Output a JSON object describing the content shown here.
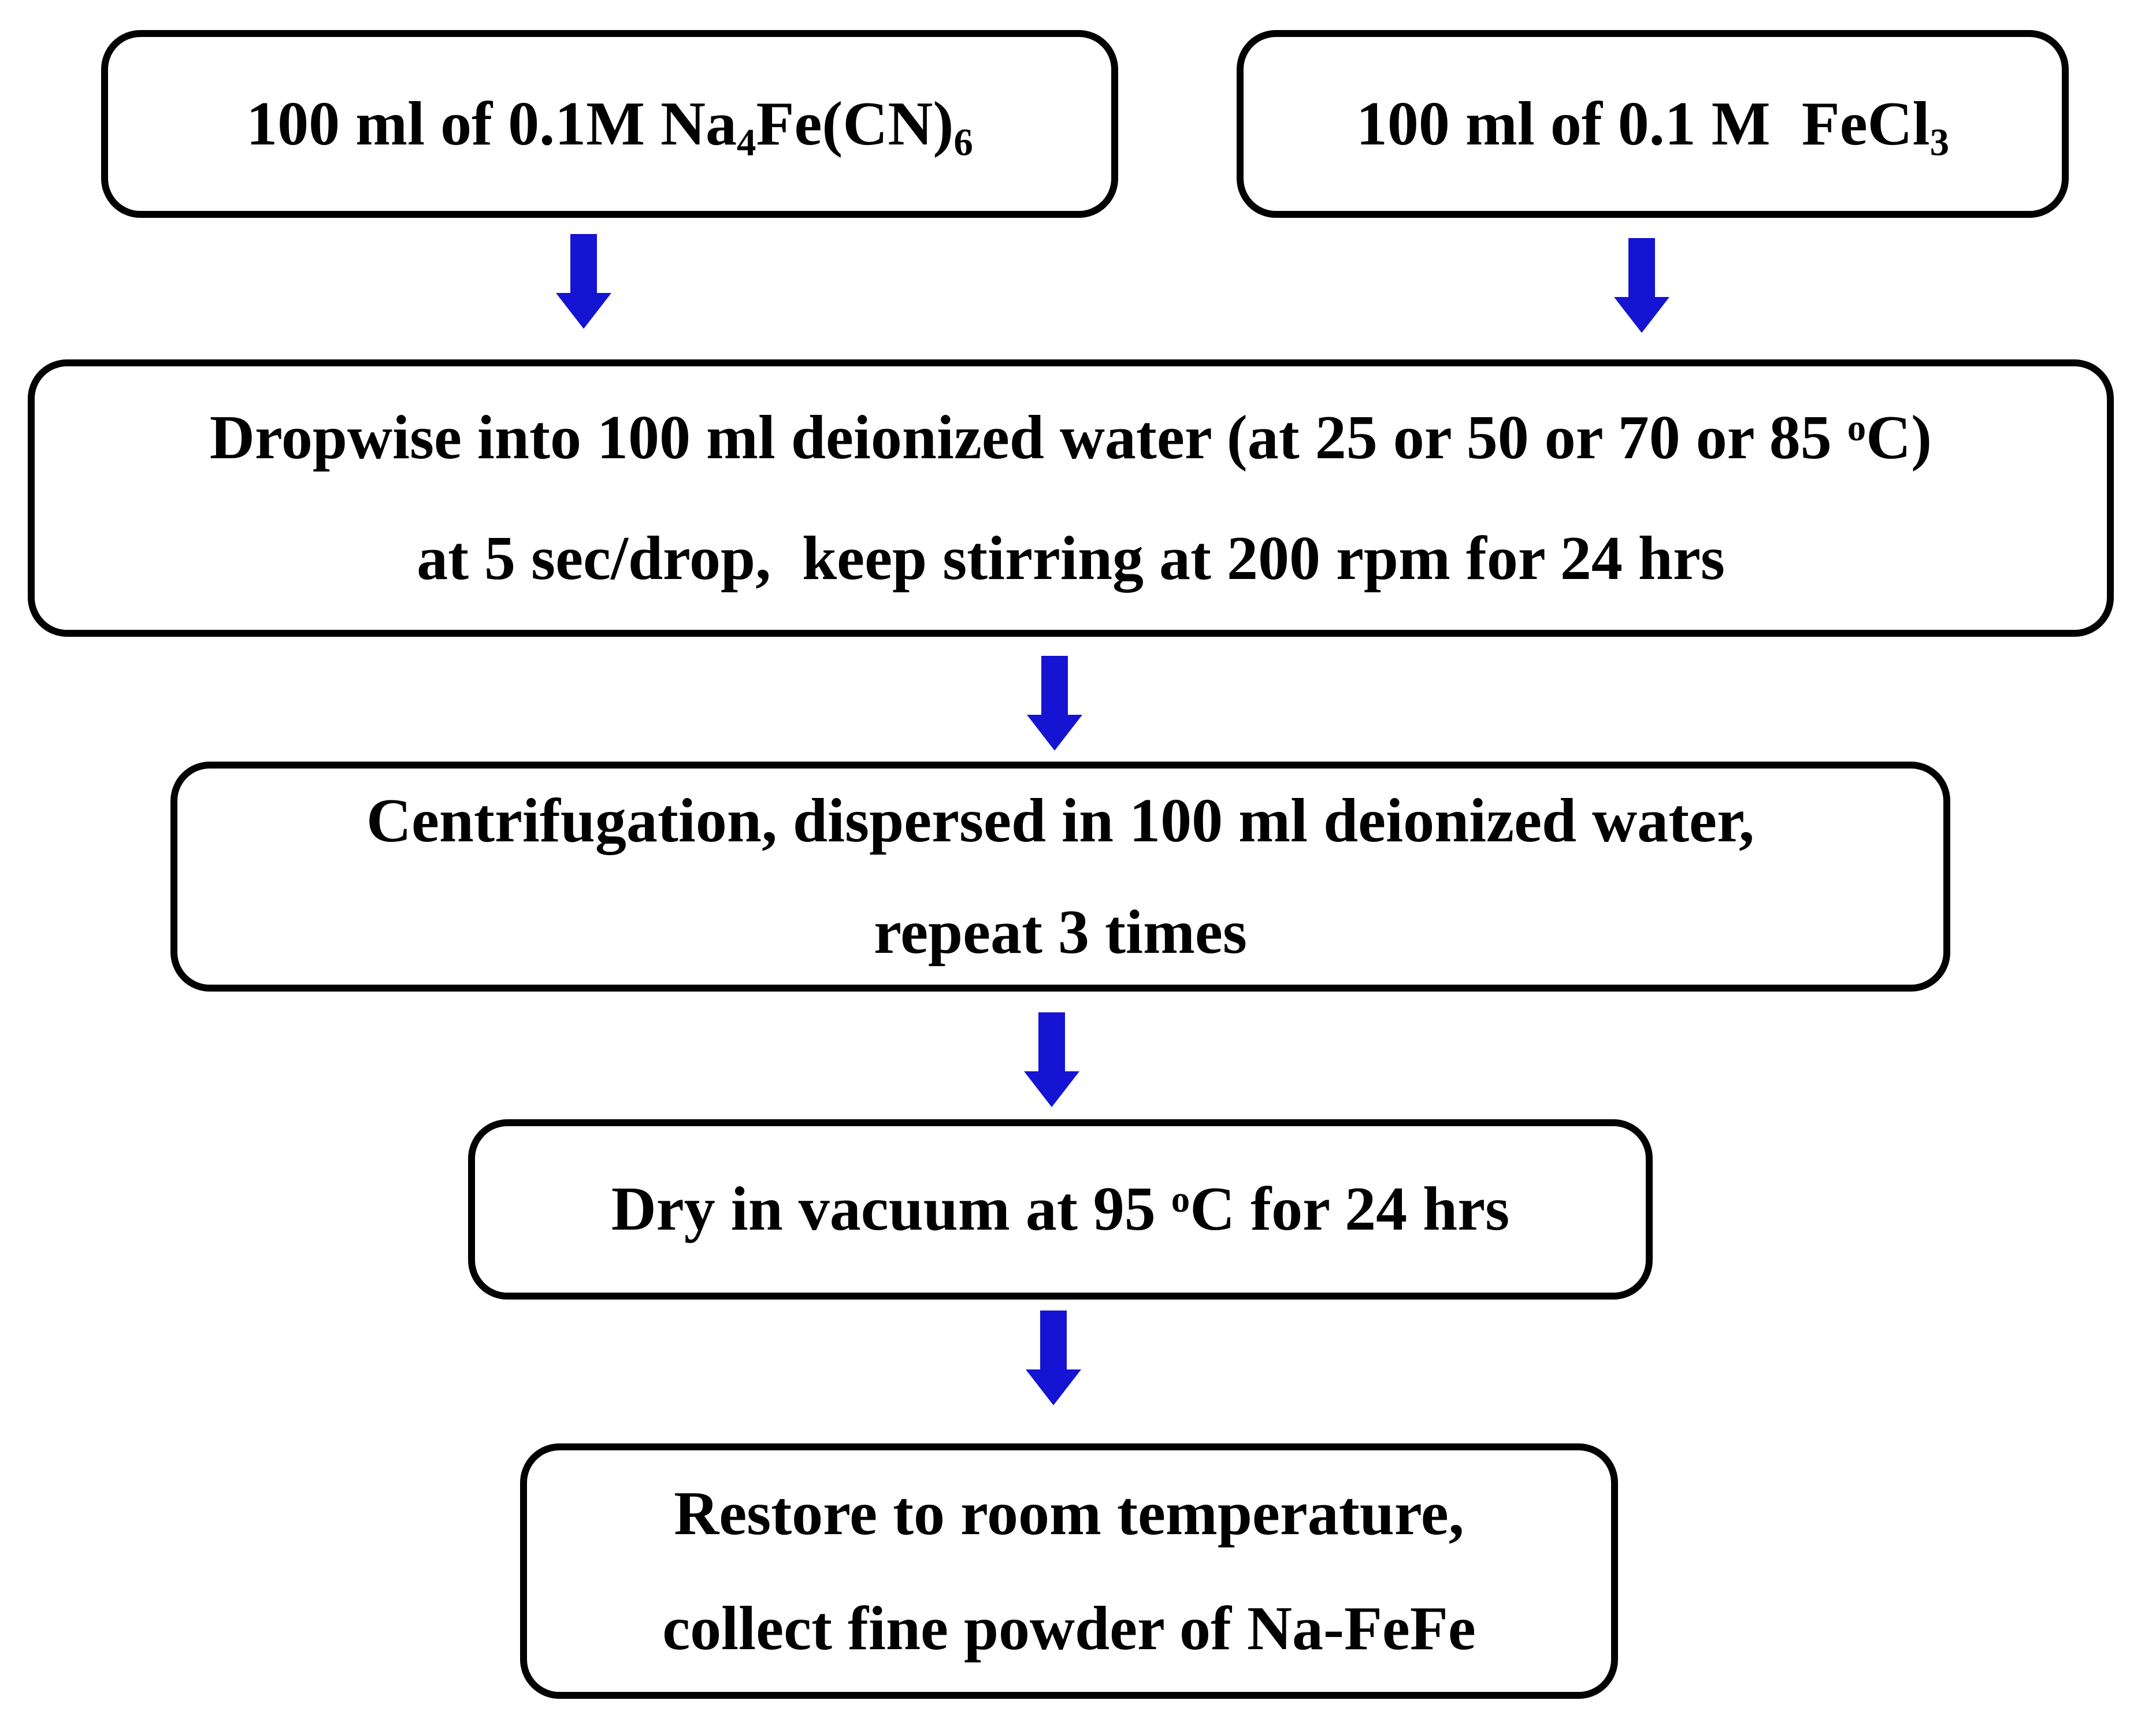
{
  "colors": {
    "arrow": "#1414d2",
    "box_border": "#000000",
    "box_fill": "#ffffff",
    "background": "#ffffff",
    "text": "#000000"
  },
  "nodes": {
    "reagent_a": {
      "text_start": "100 ml of 0.1M Na",
      "sub_4": "4",
      "text_mid": "Fe(CN)",
      "sub_6": "6"
    },
    "reagent_b": {
      "text_start": "100 ml of 0.1 M  FeCl",
      "sub_3": "3"
    },
    "dropwise": {
      "line1_before_sup": "Dropwise into 100 ml deionized water (at 25 or 50 or 70 or 85 ",
      "sup_o": "o",
      "line1_after_sup": "C)",
      "line2": "at 5 sec/drop,  keep stirring at 200 rpm for 24 hrs"
    },
    "centrifugation": {
      "line1": "Centrifugation, dispersed in 100 ml deionized water,",
      "line2": "repeat 3 times"
    },
    "dry": {
      "before_sup": "Dry in vacuum at 95 ",
      "sup_o": "o",
      "after_sup": "C for 24 hrs"
    },
    "restore": {
      "line1": "Restore to room temperature,",
      "line2": "collect fine powder of Na-FeFe"
    }
  }
}
